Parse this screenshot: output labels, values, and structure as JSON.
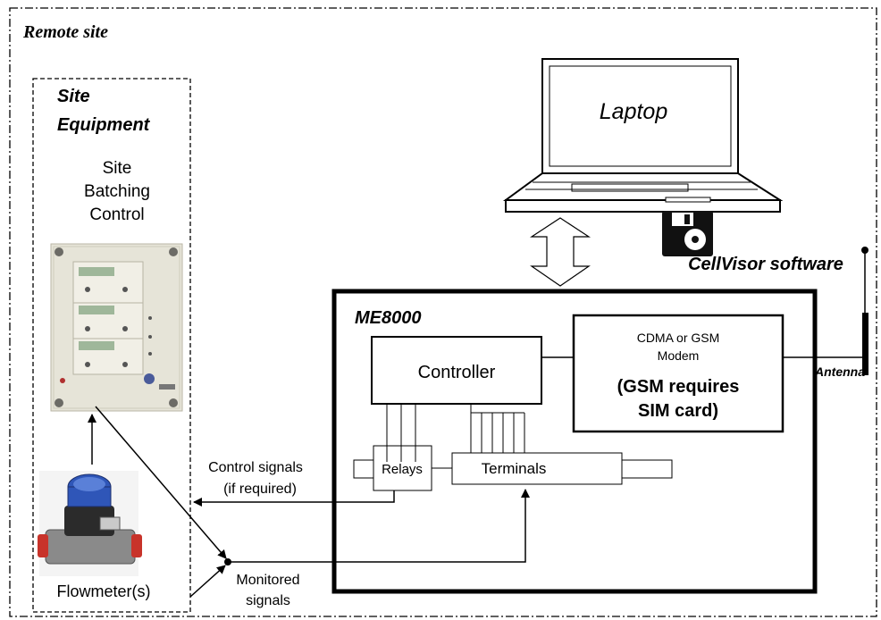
{
  "remote_site": {
    "label": "Remote site"
  },
  "site_equipment": {
    "title_line1": "Site",
    "title_line2": "Equipment",
    "batching_line1": "Site",
    "batching_line2": "Batching",
    "batching_line3": "Control",
    "flowmeter": "Flowmeter(s)"
  },
  "laptop": {
    "label": "Laptop"
  },
  "software": {
    "label": "CellVisor software"
  },
  "me8000": {
    "title": "ME8000",
    "controller": "Controller",
    "modem_line1": "CDMA or GSM",
    "modem_line2": "Modem",
    "modem_note_line1": "(GSM requires",
    "modem_note_line2": "SIM card)",
    "relays": "Relays",
    "terminals": "Terminals"
  },
  "antenna": {
    "label": "Antenna"
  },
  "signals": {
    "control_line1": "Control signals",
    "control_line2": "(if required)",
    "monitored_line1": "Monitored",
    "monitored_line2": "signals"
  },
  "colors": {
    "line": "#000000",
    "panel_body": "#e6e4d8",
    "display": "#9fb79a",
    "flowmeter_cap": "#2f56b8",
    "flowmeter_body": "#8a8a8a",
    "flowmeter_port": "#c8332a"
  }
}
